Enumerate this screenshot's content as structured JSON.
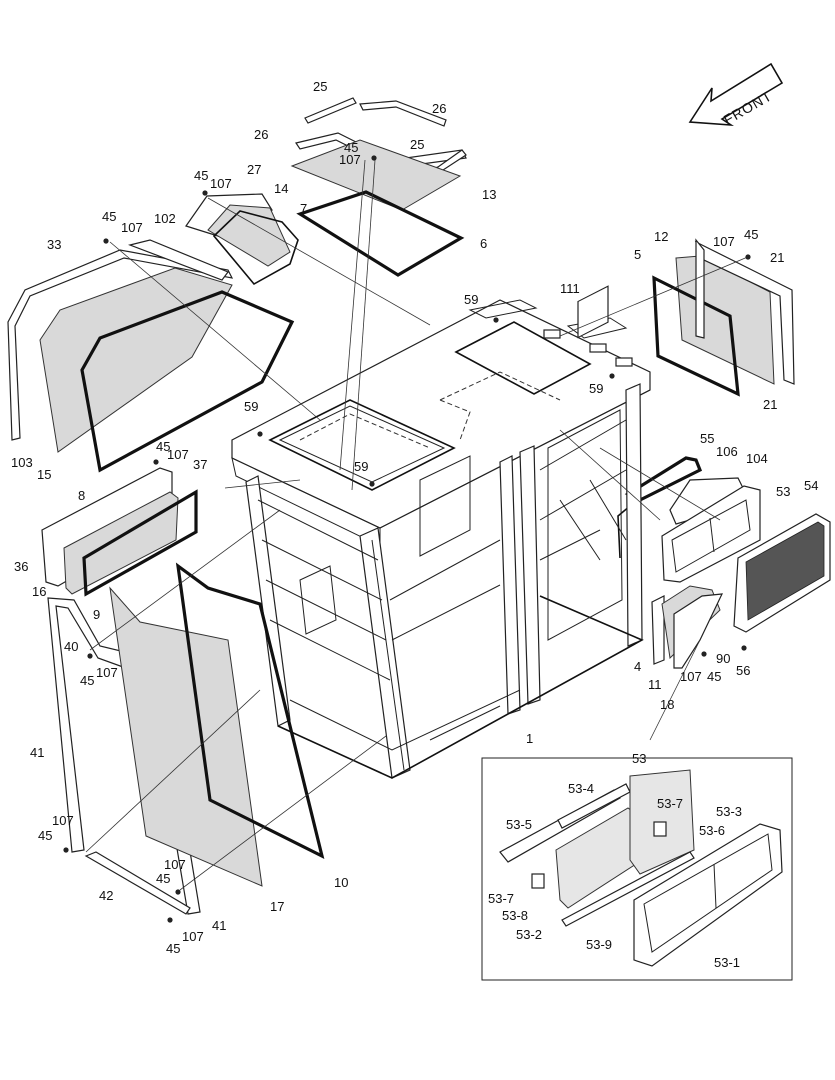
{
  "diagram": {
    "front_label": "FRONT",
    "callouts": [
      {
        "id": "c25a",
        "text": "25"
      },
      {
        "id": "c26a",
        "text": "26"
      },
      {
        "id": "c26b",
        "text": "26"
      },
      {
        "id": "c25b",
        "text": "25"
      },
      {
        "id": "c45a",
        "text": "45"
      },
      {
        "id": "c107a",
        "text": "107"
      },
      {
        "id": "c13",
        "text": "13"
      },
      {
        "id": "c27",
        "text": "27"
      },
      {
        "id": "c45b",
        "text": "45"
      },
      {
        "id": "c107b",
        "text": "107"
      },
      {
        "id": "c14",
        "text": "14"
      },
      {
        "id": "c7",
        "text": "7"
      },
      {
        "id": "c6",
        "text": "6"
      },
      {
        "id": "c45c",
        "text": "45"
      },
      {
        "id": "c107c",
        "text": "107"
      },
      {
        "id": "c102",
        "text": "102"
      },
      {
        "id": "c33",
        "text": "33"
      },
      {
        "id": "c12",
        "text": "12"
      },
      {
        "id": "c107d",
        "text": "107"
      },
      {
        "id": "c45d",
        "text": "45"
      },
      {
        "id": "c5",
        "text": "5"
      },
      {
        "id": "c21a",
        "text": "21"
      },
      {
        "id": "c59a",
        "text": "59"
      },
      {
        "id": "c111",
        "text": "111"
      },
      {
        "id": "c59b",
        "text": "59"
      },
      {
        "id": "c21b",
        "text": "21"
      },
      {
        "id": "c103",
        "text": "103"
      },
      {
        "id": "c15",
        "text": "15"
      },
      {
        "id": "c59c",
        "text": "59"
      },
      {
        "id": "c45e",
        "text": "45"
      },
      {
        "id": "c107e",
        "text": "107"
      },
      {
        "id": "c37",
        "text": "37"
      },
      {
        "id": "c8",
        "text": "8"
      },
      {
        "id": "c59d",
        "text": "59"
      },
      {
        "id": "c55",
        "text": "55"
      },
      {
        "id": "c106",
        "text": "106"
      },
      {
        "id": "c104",
        "text": "104"
      },
      {
        "id": "c53a",
        "text": "53"
      },
      {
        "id": "c54",
        "text": "54"
      },
      {
        "id": "c36",
        "text": "36"
      },
      {
        "id": "c16",
        "text": "16"
      },
      {
        "id": "c9",
        "text": "9"
      },
      {
        "id": "c40",
        "text": "40"
      },
      {
        "id": "c107f",
        "text": "107"
      },
      {
        "id": "c45f",
        "text": "45"
      },
      {
        "id": "c4",
        "text": "4"
      },
      {
        "id": "c11",
        "text": "11"
      },
      {
        "id": "c107g",
        "text": "107"
      },
      {
        "id": "c45g",
        "text": "45"
      },
      {
        "id": "c90",
        "text": "90"
      },
      {
        "id": "c56",
        "text": "56"
      },
      {
        "id": "c18",
        "text": "18"
      },
      {
        "id": "c1",
        "text": "1"
      },
      {
        "id": "c41a",
        "text": "41"
      },
      {
        "id": "c107h",
        "text": "107"
      },
      {
        "id": "c45h",
        "text": "45"
      },
      {
        "id": "c42",
        "text": "42"
      },
      {
        "id": "c107i",
        "text": "107"
      },
      {
        "id": "c45i",
        "text": "45"
      },
      {
        "id": "c41b",
        "text": "41"
      },
      {
        "id": "c17",
        "text": "17"
      },
      {
        "id": "c10",
        "text": "10"
      },
      {
        "id": "c107j",
        "text": "107"
      },
      {
        "id": "c45j",
        "text": "45"
      },
      {
        "id": "c53b",
        "text": "53"
      },
      {
        "id": "c53-4",
        "text": "53-4"
      },
      {
        "id": "c53-7a",
        "text": "53-7"
      },
      {
        "id": "c53-3",
        "text": "53-3"
      },
      {
        "id": "c53-5",
        "text": "53-5"
      },
      {
        "id": "c53-6",
        "text": "53-6"
      },
      {
        "id": "c53-7b",
        "text": "53-7"
      },
      {
        "id": "c53-8",
        "text": "53-8"
      },
      {
        "id": "c53-2",
        "text": "53-2"
      },
      {
        "id": "c53-9",
        "text": "53-9"
      },
      {
        "id": "c53-1",
        "text": "53-1"
      }
    ]
  }
}
